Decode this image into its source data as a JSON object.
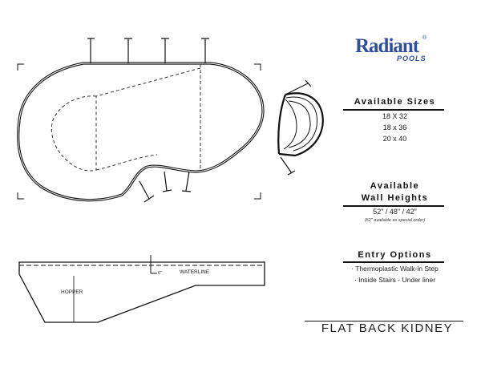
{
  "logo": {
    "main": "Radiant",
    "sub": "POOLS",
    "mark": "®"
  },
  "sizes": {
    "heading": "Available Sizes",
    "items": [
      "18 X 32",
      "18 x 36",
      "20 x 40"
    ]
  },
  "wall_heights": {
    "heading_line1": "Available",
    "heading_line2": "Wall Heights",
    "values": "52\" / 48\" / 42\"",
    "note": "(52\" available as special order)"
  },
  "entry": {
    "heading": "Entry Options",
    "items": [
      "· Thermoplastic Walk-in Step",
      "· Inside Stairs - Under liner"
    ]
  },
  "profile": {
    "waterline": "WATERLINE",
    "depth": "6\"",
    "hopper": "HOPPER"
  },
  "title": "FLAT BACK KIDNEY"
}
